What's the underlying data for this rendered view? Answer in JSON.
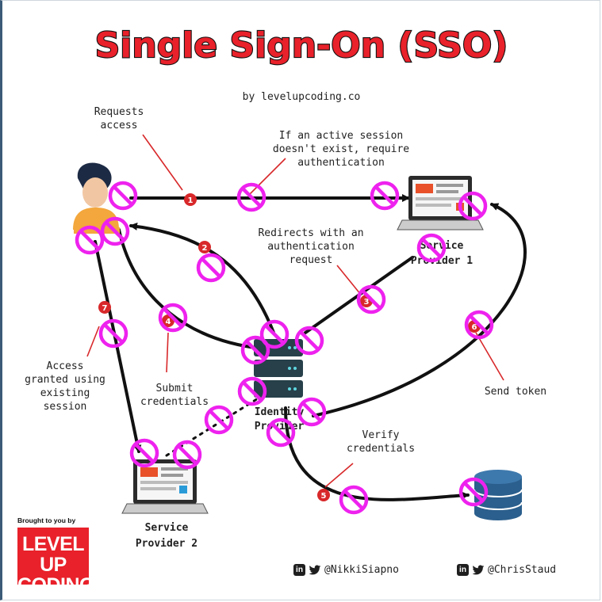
{
  "title": "Single Sign-On (SSO)",
  "byline": "by levelupcoding.co",
  "labels": {
    "requests_access": [
      "Requests",
      "access"
    ],
    "require_auth": [
      "If an active session",
      "doesn't exist, require",
      "authentication"
    ],
    "redirects": [
      "Redirects with an",
      "authentication",
      "request"
    ],
    "access_granted": [
      "Access",
      "granted using",
      "existing",
      "session"
    ],
    "submit": [
      "Submit",
      "credentials"
    ],
    "send_token": [
      "Send token"
    ],
    "verify": [
      "Verify",
      "credentials"
    ]
  },
  "nodes": {
    "sp1": [
      "Service",
      "Provider 1"
    ],
    "sp2": [
      "Service",
      "Provider 2"
    ],
    "idp": [
      "Identity",
      "Provider"
    ]
  },
  "steps": [
    "1",
    "2",
    "3",
    "4",
    "5",
    "6",
    "7"
  ],
  "brand": {
    "caption": "Brought to you by",
    "line1": "LEVEL UP",
    "line2": "CODING"
  },
  "handles": [
    "@NikkiSiapno",
    "@ChrisStaud"
  ],
  "social_icons": [
    "linkedin-icon",
    "twitter-icon"
  ],
  "colors": {
    "title_red": "#e8212a",
    "step_red": "#d8282a",
    "accent_magenta": "#ee22ee",
    "db_blue": "#2b5f8d"
  }
}
